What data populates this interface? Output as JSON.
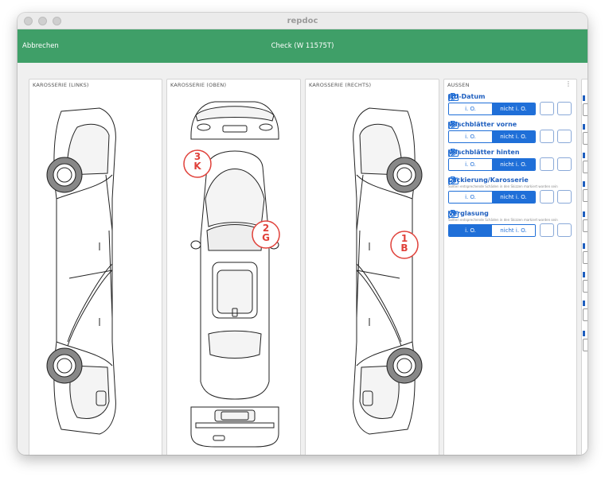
{
  "window": {
    "title": "repdoc"
  },
  "appbar": {
    "cancel_label": "Abbrechen",
    "title": "Check (W 11575T)"
  },
  "panels": {
    "left": {
      "title": "KAROSSERIE (LINKS)"
    },
    "top": {
      "title": "KAROSSERIE (OBEN)"
    },
    "right": {
      "title": "KAROSSERIE (RECHTS)"
    },
    "aussen": {
      "title": "AUSSEN",
      "menu": "⋮"
    }
  },
  "damage_markers": [
    {
      "number": "3",
      "code": "K"
    },
    {
      "number": "2",
      "code": "G"
    },
    {
      "number": "1",
      "code": "B"
    }
  ],
  "checks": [
    {
      "label": "HU-Datum",
      "note": "",
      "ok_label": "i. O.",
      "notok_label": "nicht i. O.",
      "selected": "notok"
    },
    {
      "label": "Wischblätter vorne",
      "note": "",
      "ok_label": "i. O.",
      "notok_label": "nicht i. O.",
      "selected": "notok"
    },
    {
      "label": "Wischblätter hinten",
      "note": "",
      "ok_label": "i. O.",
      "notok_label": "nicht i. O.",
      "selected": "notok"
    },
    {
      "label": "Lackierung/Karosserie",
      "note": "Sollten entsprechende Schäden in den Skizzen markiert worden sein",
      "ok_label": "i. O.",
      "notok_label": "nicht i. O.",
      "selected": "notok"
    },
    {
      "label": "Verglasung",
      "note": "Sollten entsprechende Schäden in den Skizzen markiert worden sein",
      "ok_label": "i. O.",
      "notok_label": "nicht i. O.",
      "selected": "ok"
    }
  ],
  "icons": {
    "camera": "camera-icon",
    "edit": "pencil-icon"
  },
  "colors": {
    "appbar": "#3f9f68",
    "accent": "#1f6fd8",
    "marker": "#e0413a"
  }
}
